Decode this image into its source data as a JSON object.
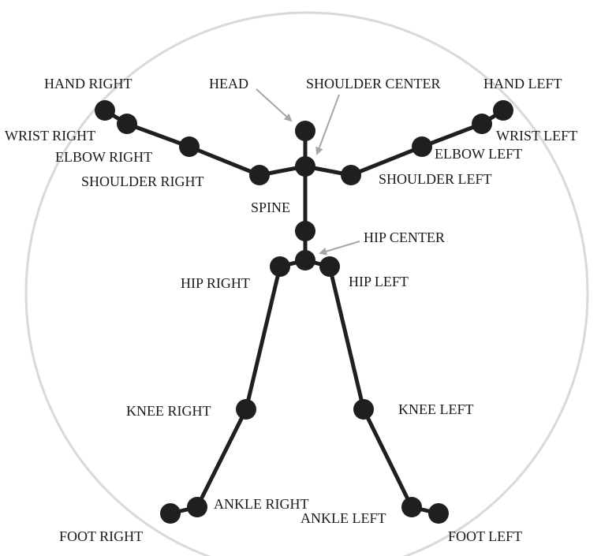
{
  "colors": {
    "circle": "#d9d9d9",
    "bone": "#1f1f1f",
    "joint": "#1f1f1f",
    "arrow": "#a6a6a6",
    "text": "#1a1a1a"
  },
  "labels": {
    "hand_right": "HAND RIGHT",
    "head": "HEAD",
    "shoulder_center": "SHOULDER CENTER",
    "hand_left": "HAND LEFT",
    "wrist_right": "WRIST RIGHT",
    "wrist_left": "WRIST LEFT",
    "elbow_right": "ELBOW RIGHT",
    "elbow_left": "ELBOW LEFT",
    "shoulder_right": "SHOULDER RIGHT",
    "shoulder_left": "SHOULDER LEFT",
    "spine": "SPINE",
    "hip_center": "HIP CENTER",
    "hip_right": "HIP RIGHT",
    "hip_left": "HIP LEFT",
    "knee_right": "KNEE RIGHT",
    "knee_left": "KNEE LEFT",
    "ankle_right": "ANKLE RIGHT",
    "ankle_left": "ANKLE LEFT",
    "foot_right": "FOOT RIGHT",
    "foot_left": "FOOT LEFT"
  },
  "joints": [
    "head",
    "shoulder_center",
    "shoulder_right",
    "shoulder_left",
    "elbow_right",
    "elbow_left",
    "wrist_right",
    "wrist_left",
    "hand_right",
    "hand_left",
    "spine",
    "hip_center",
    "hip_right",
    "hip_left",
    "knee_right",
    "knee_left",
    "ankle_right",
    "ankle_left",
    "foot_right",
    "foot_left"
  ],
  "bones": [
    [
      "head",
      "shoulder_center"
    ],
    [
      "shoulder_center",
      "shoulder_right"
    ],
    [
      "shoulder_center",
      "shoulder_left"
    ],
    [
      "shoulder_right",
      "elbow_right"
    ],
    [
      "elbow_right",
      "wrist_right"
    ],
    [
      "wrist_right",
      "hand_right"
    ],
    [
      "shoulder_left",
      "elbow_left"
    ],
    [
      "elbow_left",
      "wrist_left"
    ],
    [
      "wrist_left",
      "hand_left"
    ],
    [
      "shoulder_center",
      "spine"
    ],
    [
      "spine",
      "hip_center"
    ],
    [
      "hip_center",
      "hip_right"
    ],
    [
      "hip_center",
      "hip_left"
    ],
    [
      "hip_right",
      "knee_right"
    ],
    [
      "knee_right",
      "ankle_right"
    ],
    [
      "ankle_right",
      "foot_right"
    ],
    [
      "hip_left",
      "knee_left"
    ],
    [
      "knee_left",
      "ankle_left"
    ],
    [
      "ankle_left",
      "foot_left"
    ]
  ]
}
